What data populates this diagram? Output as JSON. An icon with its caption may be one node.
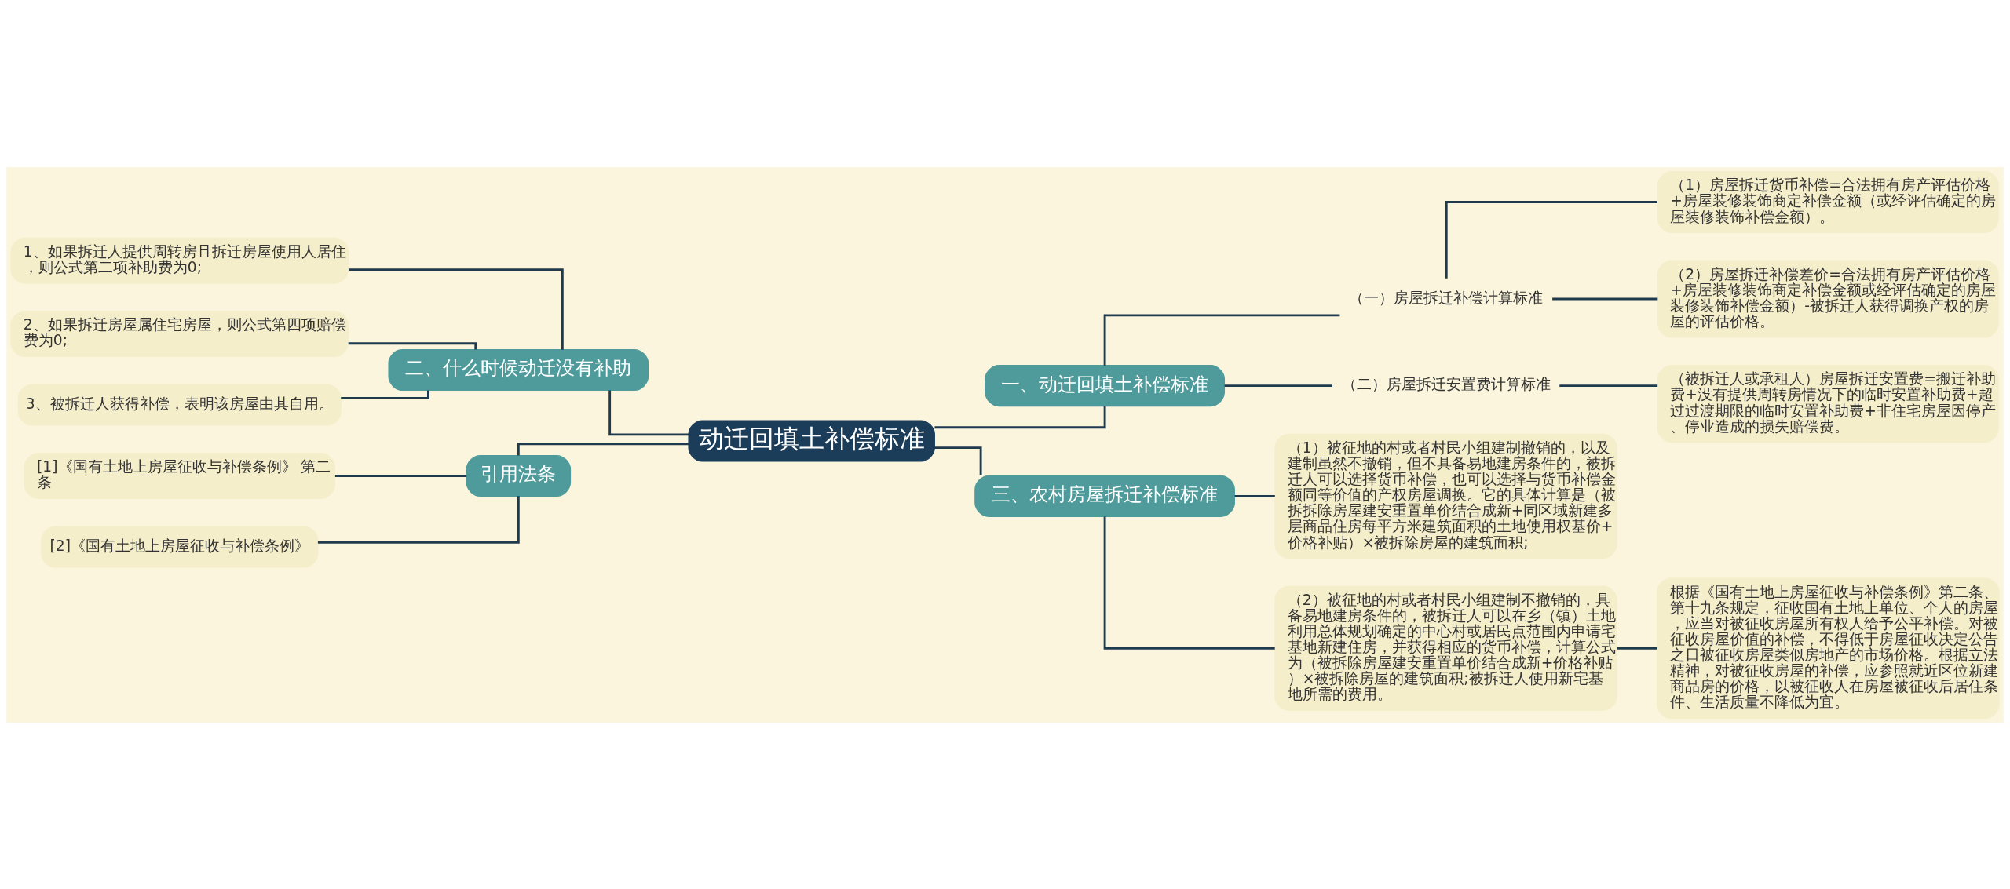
{
  "diagram": {
    "nodes": [
      {
        "text": [
          "动迁回填土补偿标准"
        ]
      },
      {
        "text": [
          "一、动迁回填土补偿标准"
        ]
      },
      {
        "text": [
          "（一）房屋拆迁补偿计算标准"
        ]
      },
      {
        "text": [
          "（1）房屋拆迁货币补偿=合法拥有房产评估价格+房屋装修装饰商定补偿金额（或经评估确定的房屋装修装饰补偿金额）。"
        ]
      },
      {
        "text": [
          "（2）房屋拆迁补偿差价=合法拥有房产评估价格+房屋装修装饰商定补偿金额或经评估确定的房屋装修装饰补偿金额）-被拆迁人获得调换产权的房屋的评估价格。"
        ]
      },
      {
        "text": [
          "（二）房屋拆迁安置费计算标准"
        ]
      },
      {
        "text": [
          "（被拆迁人或承租人）房屋拆迁安置费=搬迁补助费+没有提供周转房情况下的临时安置补助费+超过过渡期限的临时安置补助费+非住宅房屋因停产、停业造成的损失赔偿费。"
        ]
      },
      {
        "text": [
          "三、农村房屋拆迁补偿标准"
        ]
      },
      {
        "text": [
          "（1）被征地的村或者村民小组建制撤销的，以及建制虽然不撤销，但不具备易地建房条件的，被拆迁人可以选择货币补偿，也可以选择与货币补偿金额同等价值的产权房屋调换。它的具体计算是（被拆拆除房屋建安重置单价结合成新+同区域新建多层商品住房每平方米建筑面积的土地使用权基价+价格补贴）×被拆除房屋的建筑面积;"
        ]
      },
      {
        "text": [
          "（2）被征地的村或者村民小组建制不撤销的，具备易地建房条件的，被拆迁人可以在乡（镇）土地利用总体规划确定的中心村或居民点范围内申请宅基地新建住房，并获得相应的货币补偿，计算公式为（被拆除房屋建安重置单价结合成新+价格补贴）×被拆除房屋的建筑面积;被拆迁人使用新宅基地所需的费用。"
        ]
      },
      {
        "text": [
          "根据《国有土地上房屋征收与补偿条例》第二条、第十九条规定，征收国有土地上单位、个人的房屋，应当对被征收房屋所有权人给予公平补偿。对被征收房屋价值的补偿，不得低于房屋征收决定公告之日被征收房屋类似房地产的市场价格。根据立法精神，对被征收房屋的补偿，应参照就近区位新建商品房的价格，以被征收人在房屋被征收后居住条件、生活质量不降低为宜。"
        ]
      },
      {
        "text": [
          "二、什么时候动迁没有补助"
        ]
      },
      {
        "text": [
          "1、如果拆迁人提供周转房且拆迁房屋使用人居住，则公式第二项补助费为0;"
        ]
      },
      {
        "text": [
          "2、如果拆迁房屋属住宅房屋，则公式第四项赔偿费为0;"
        ]
      },
      {
        "text": [
          "3、被拆迁人获得补偿，表明该房屋由其自用。"
        ]
      },
      {
        "text": [
          "引用法条"
        ]
      },
      {
        "text": [
          "[1]《国有土地上房屋征收与补偿条例》 第二条"
        ]
      },
      {
        "text": [
          "[2]《国有土地上房屋征收与补偿条例》"
        ]
      }
    ],
    "edges": [
      {
        "from": 0,
        "to": 1,
        "arrow": "none"
      },
      {
        "from": 1,
        "to": 2,
        "arrow": "none"
      },
      {
        "from": 2,
        "to": 3,
        "arrow": "none"
      },
      {
        "from": 2,
        "to": 4,
        "arrow": "none"
      },
      {
        "from": 1,
        "to": 5,
        "arrow": "none"
      },
      {
        "from": 5,
        "to": 6,
        "arrow": "none"
      },
      {
        "from": 0,
        "to": 7,
        "arrow": "none"
      },
      {
        "from": 7,
        "to": 8,
        "arrow": "none"
      },
      {
        "from": 7,
        "to": 9,
        "arrow": "none"
      },
      {
        "from": 9,
        "to": 10,
        "arrow": "none"
      },
      {
        "from": 0,
        "to": 11,
        "arrow": "none"
      },
      {
        "from": 11,
        "to": 12,
        "arrow": "none"
      },
      {
        "from": 11,
        "to": 13,
        "arrow": "none"
      },
      {
        "from": 11,
        "to": 14,
        "arrow": "none"
      },
      {
        "from": 0,
        "to": 15,
        "arrow": "none"
      },
      {
        "from": 15,
        "to": 16,
        "arrow": "none"
      },
      {
        "from": 15,
        "to": 17,
        "arrow": "none"
      }
    ]
  }
}
